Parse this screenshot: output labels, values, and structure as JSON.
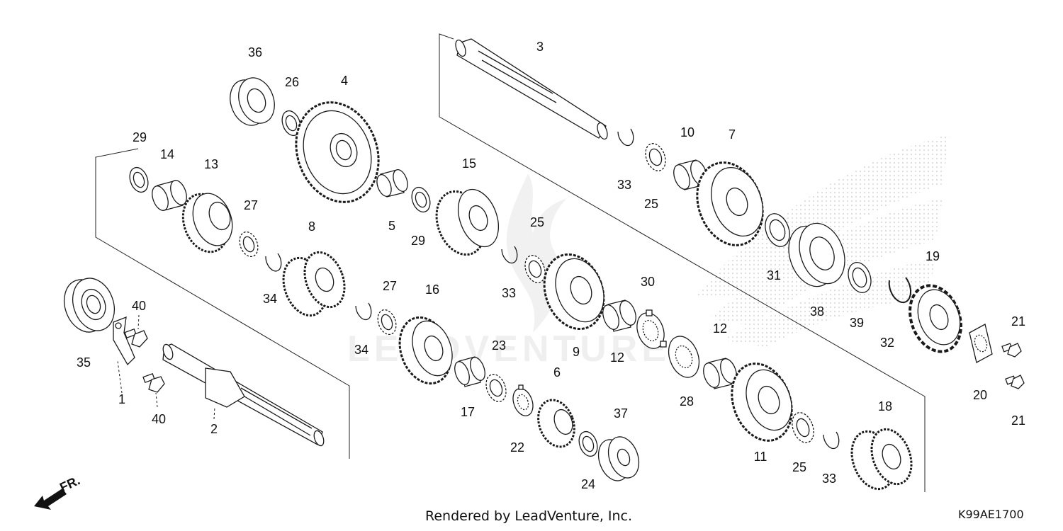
{
  "footer": {
    "render_credit": "Rendered by LeadVenture, Inc.",
    "diagram_code": "K99AE1700"
  },
  "front_indicator": {
    "label": "FR.",
    "icon": "arrow-down-left-icon"
  },
  "watermark": {
    "text": "LEADVENTURE",
    "icon": "flame-logo-icon"
  },
  "callouts": [
    {
      "num": "1",
      "part": "shaft-stopper-plate"
    },
    {
      "num": "2",
      "part": "mainshaft"
    },
    {
      "num": "3",
      "part": "countershaft"
    },
    {
      "num": "4",
      "part": "gear"
    },
    {
      "num": "5",
      "part": "bushing"
    },
    {
      "num": "6",
      "part": "gear"
    },
    {
      "num": "7",
      "part": "gear"
    },
    {
      "num": "8",
      "part": "gear"
    },
    {
      "num": "9",
      "part": "gear"
    },
    {
      "num": "10",
      "part": "bushing"
    },
    {
      "num": "11",
      "part": "gear"
    },
    {
      "num": "12",
      "part": "needle-bearing"
    },
    {
      "num": "13",
      "part": "gear"
    },
    {
      "num": "14",
      "part": "bushing"
    },
    {
      "num": "15",
      "part": "gear"
    },
    {
      "num": "16",
      "part": "gear"
    },
    {
      "num": "17",
      "part": "needle-bearing"
    },
    {
      "num": "18",
      "part": "gear"
    },
    {
      "num": "19",
      "part": "drive-sprocket"
    },
    {
      "num": "20",
      "part": "sprocket-fixing-plate"
    },
    {
      "num": "21",
      "part": "bolt"
    },
    {
      "num": "22",
      "part": "lock-washer"
    },
    {
      "num": "23",
      "part": "splined-washer"
    },
    {
      "num": "24",
      "part": "thrust-washer"
    },
    {
      "num": "25",
      "part": "splined-washer"
    },
    {
      "num": "26",
      "part": "thrust-washer"
    },
    {
      "num": "27",
      "part": "splined-washer"
    },
    {
      "num": "28",
      "part": "lock-washer"
    },
    {
      "num": "29",
      "part": "thrust-washer"
    },
    {
      "num": "30",
      "part": "lock-washer"
    },
    {
      "num": "31",
      "part": "oil-seal"
    },
    {
      "num": "32",
      "part": "snap-ring"
    },
    {
      "num": "33",
      "part": "snap-ring"
    },
    {
      "num": "34",
      "part": "snap-ring"
    },
    {
      "num": "35",
      "part": "ball-bearing"
    },
    {
      "num": "36",
      "part": "ball-bearing"
    },
    {
      "num": "37",
      "part": "ball-bearing"
    },
    {
      "num": "38",
      "part": "ball-bearing"
    },
    {
      "num": "39",
      "part": "oil-seal"
    },
    {
      "num": "40",
      "part": "bolt"
    }
  ]
}
